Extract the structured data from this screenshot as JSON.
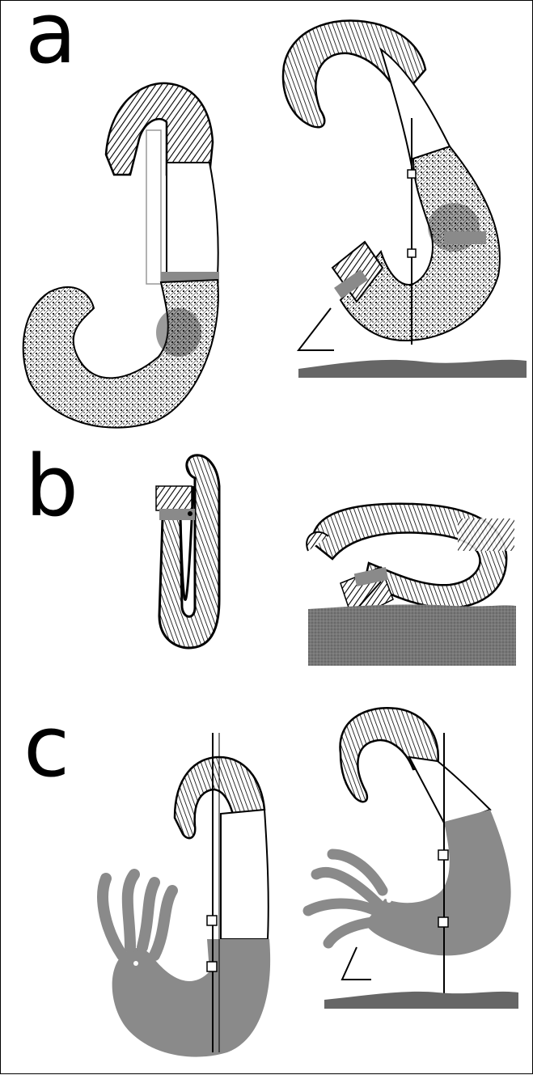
{
  "figure": {
    "panels": [
      {
        "id": "a",
        "label": "a"
      },
      {
        "id": "b",
        "label": "b"
      },
      {
        "id": "c",
        "label": "c"
      }
    ],
    "colors": {
      "stroke": "#000000",
      "shading": "#8a8a8a",
      "ground": "#666666",
      "background": "#ffffff"
    }
  }
}
